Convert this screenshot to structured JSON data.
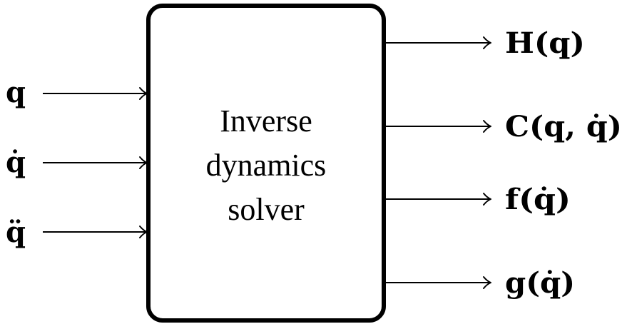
{
  "block": {
    "lines": [
      "Inverse",
      "dynamics",
      "solver"
    ]
  },
  "inputs": [
    {
      "label": "q"
    },
    {
      "label": "q̇"
    },
    {
      "label": "q̈"
    }
  ],
  "outputs": [
    {
      "label": "H(q)"
    },
    {
      "label": "C(q, q̇)"
    },
    {
      "label": "f(q̇)"
    },
    {
      "label": "g(q̇)"
    }
  ]
}
